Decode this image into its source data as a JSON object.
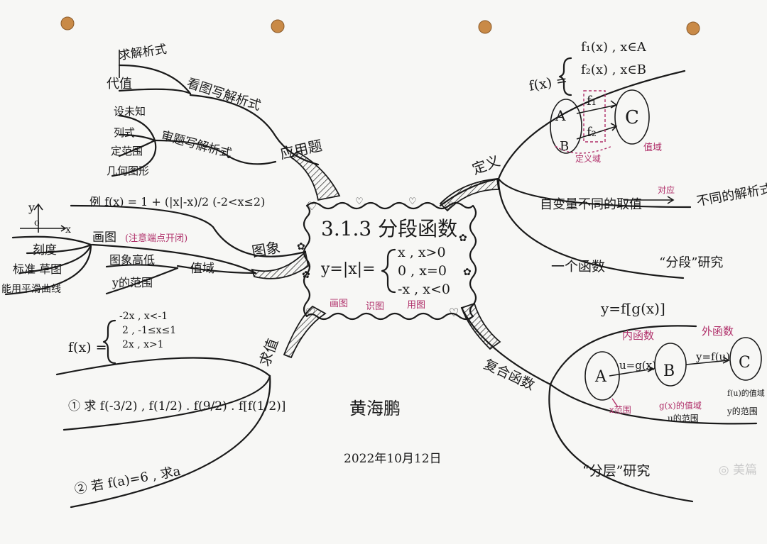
{
  "center": {
    "title": "3.1.3 分段函数",
    "formula_lhs": "y=|x|=",
    "cases": [
      "x ,  x>0",
      "0 ,  x=0",
      "-x ,  x<0"
    ],
    "tags": [
      "画图",
      "识图",
      "用图"
    ]
  },
  "top_left": {
    "branch_label": "应用题",
    "sub1": {
      "label": "看图写解析式",
      "items": [
        "求解析式",
        "代值"
      ]
    },
    "sub2": {
      "label": "审题写解析式",
      "items": [
        "设未知",
        "列式",
        "定范围",
        "几何图形"
      ]
    }
  },
  "left": {
    "branch_label": "图象",
    "example": "例 f(x) = 1 + (|x|-x)/2   (-2<x≤2)",
    "draw": {
      "label": "画图",
      "note": "(注意端点开闭)",
      "items": [
        "刻度",
        "标准 草图",
        "能用平滑曲线"
      ]
    },
    "range": {
      "label": "值域",
      "items": [
        "图象高低",
        "y的范围"
      ]
    },
    "axis_y": "y",
    "axis_x": "x",
    "origin": "o"
  },
  "bottom_left": {
    "branch_label": "求值",
    "fx_lhs": "f(x) =",
    "fx_cases": [
      "-2x ,   x<-1",
      "2 ,    -1≤x≤1",
      "2x ,    x>1"
    ],
    "q1": "① 求 f(-3/2) , f(1/2) . f(9/2) . f[f(1/2)]",
    "q2": "② 若 f(a)=6 , 求a"
  },
  "top_right": {
    "branch_label": "定义",
    "fx_lhs": "f(x) =",
    "fx_cases": [
      "f₁(x) ,  x∈A",
      "f₂(x) ,  x∈B"
    ],
    "domain_note": "定义域",
    "range_note": "值域",
    "nodes": [
      "A",
      "B",
      "C",
      "f₁",
      "f₂"
    ],
    "row2": {
      "left": "自变量不同的取值",
      "mid": "对应",
      "right": "不同的解析式"
    },
    "row3": {
      "left": "一个函数",
      "right": "“分段”研究"
    }
  },
  "bottom_right": {
    "branch_label": "复合函数",
    "title": "y=f[g(x)]",
    "inner_label": "内函数",
    "outer_label": "外函数",
    "nodes": [
      "A",
      "B",
      "C"
    ],
    "map1": "u=g(x)",
    "map2": "y=f(u)",
    "note_a": "x范围",
    "note_b1": "g(x)的值域",
    "note_b2": "u的范围",
    "note_c1": "f(u)的值域",
    "note_c2": "y的范围",
    "study": "“分层”研究"
  },
  "author": "黄海鹏",
  "date": "2022年10月12日",
  "watermark": "美篇"
}
